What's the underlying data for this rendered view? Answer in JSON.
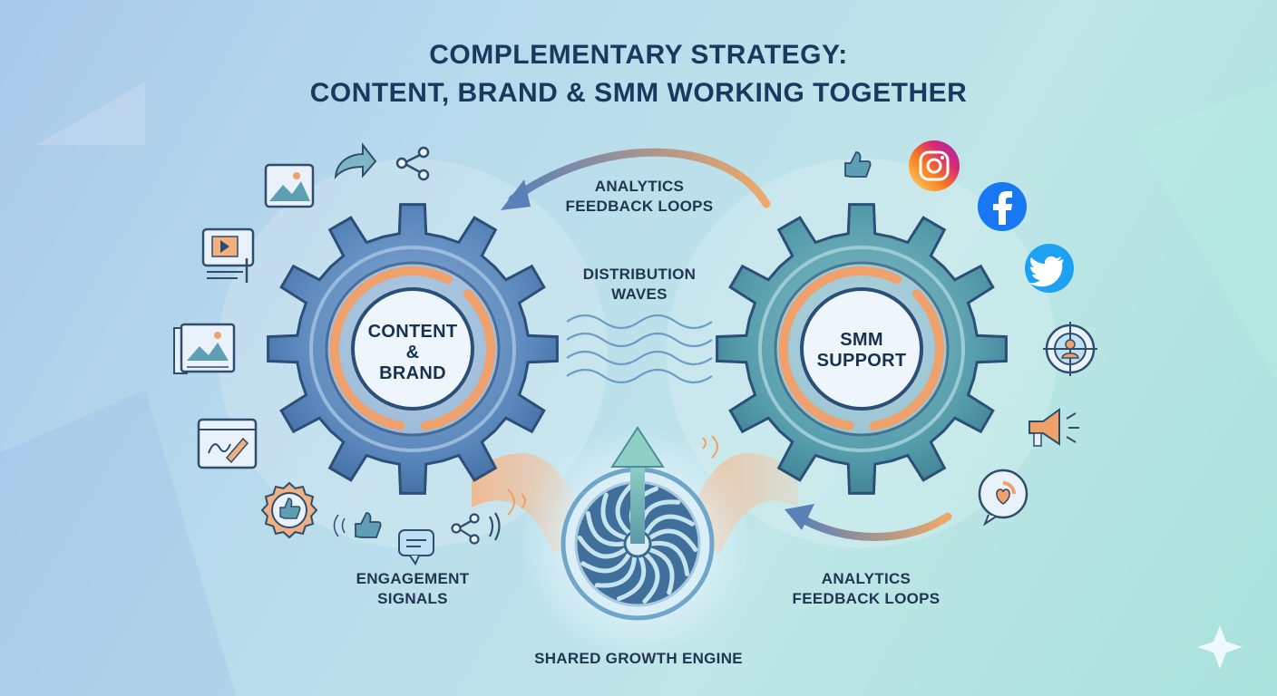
{
  "title": {
    "line1": "COMPLEMENTARY STRATEGY:",
    "line2": "CONTENT, BRAND & SMM WORKING TOGETHER"
  },
  "gears": {
    "left": {
      "line1": "CONTENT",
      "line2": "&",
      "line3": "BRAND"
    },
    "right": {
      "line1": "SMM",
      "line2": "SUPPORT"
    }
  },
  "labels": {
    "analytics_top": {
      "line1": "ANALYTICS",
      "line2": "FEEDBACK LOOPS"
    },
    "distribution": {
      "line1": "DISTRIBUTION",
      "line2": "WAVES"
    },
    "engagement": {
      "line1": "ENGAGEMENT",
      "line2": "SIGNALS"
    },
    "analytics_bottom": {
      "line1": "ANALYTICS",
      "line2": "FEEDBACK LOOPS"
    },
    "engine": "SHARED GROWTH ENGINE"
  },
  "icons": {
    "left_column": [
      "image-icon",
      "video-player-icon",
      "photo-slideshow-icon",
      "edit-window-icon"
    ],
    "top_left": [
      "share-arrow-icon",
      "share-nodes-icon"
    ],
    "bottom_left": [
      "like-badge-icon",
      "thumbs-up-icon",
      "chat-bubble-icon",
      "share-nodes-icon"
    ],
    "right_column": [
      "thumbs-up-icon",
      "instagram-icon",
      "facebook-icon",
      "twitter-icon",
      "target-user-icon",
      "megaphone-icon",
      "heart-chat-icon"
    ]
  },
  "colors": {
    "title": "#173a5e",
    "gear_left": "#4f7fb5",
    "gear_right": "#4f98a8",
    "arrow_orange": "#f0a06a",
    "instagram": "#d62976",
    "facebook": "#1877f2",
    "twitter": "#1da1f2"
  }
}
